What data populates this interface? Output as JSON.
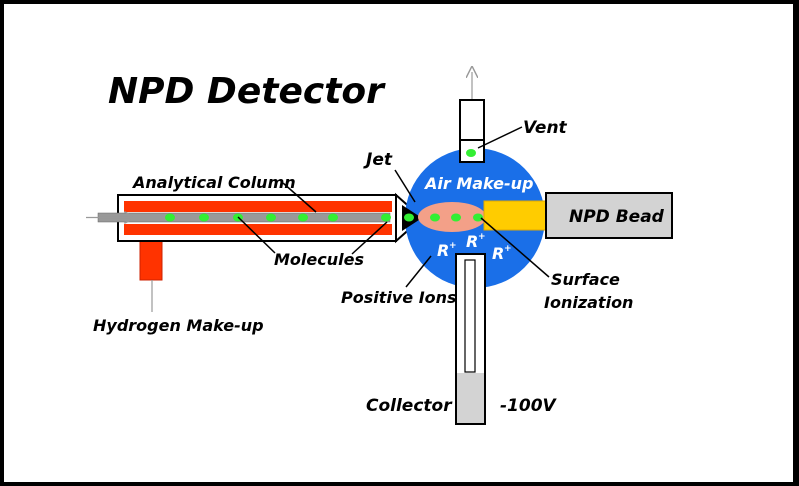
{
  "diagram": {
    "title": "NPD Detector",
    "labels": {
      "vent": "Vent",
      "jet": "Jet",
      "air_makeup": "Air Make-up",
      "npd_bead": "NPD Bead",
      "analytical_column": "Analytical Column",
      "molecules": "Molecules",
      "hydrogen_makeup": "Hydrogen Make-up",
      "positive_ions": "Positive Ions",
      "surface_ionization": "Surface Ionization",
      "collector": "Collector",
      "voltage": "-100V"
    },
    "ion_symbol": "R",
    "ion_charge": "+",
    "colors": {
      "background": "#ffffff",
      "border": "#000000",
      "column_fill": "#ff3300",
      "capillary": "#999999",
      "molecule": "#33ee33",
      "chamber": "#1a6fe8",
      "ionization_zone": "#f3a088",
      "bead": "#ffcc00",
      "bead_holder": "#d3d3d3",
      "collector_fill": "#d3d3d3"
    }
  }
}
